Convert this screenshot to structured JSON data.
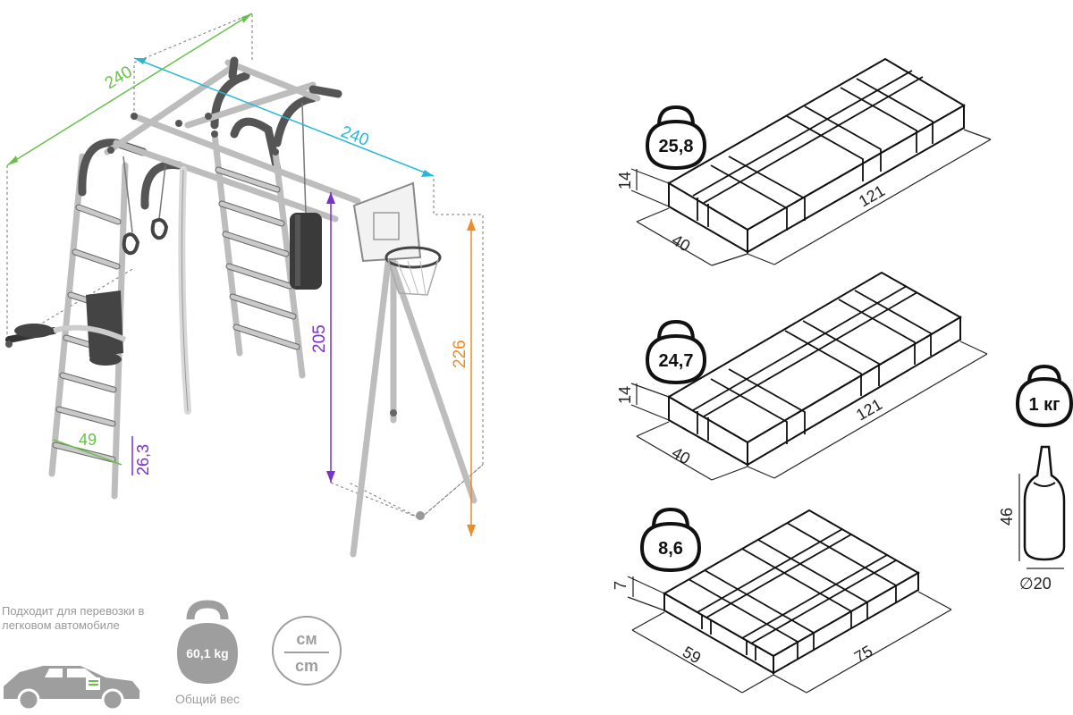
{
  "frame_dimensions": {
    "width_left": "240",
    "width_right": "240",
    "height_bar": "205",
    "height_hoop": "226",
    "step_width": "49",
    "step_gap": "26,3"
  },
  "packages": [
    {
      "weight": "25,8",
      "height": "14",
      "depth": "40",
      "length": "121"
    },
    {
      "weight": "24,7",
      "height": "14",
      "depth": "40",
      "length": "121"
    },
    {
      "weight": "8,6",
      "height": "7",
      "depth": "59",
      "length": "75"
    }
  ],
  "bag": {
    "weight": "1 кг",
    "height": "46",
    "diameter": "∅20"
  },
  "info": {
    "car_text": "Подходит для перевозки в легковом автомобиле",
    "total_weight": "60,1 kg",
    "total_weight_label": "Общий вес",
    "unit_top": "см",
    "unit_bottom": "cm"
  },
  "colors": {
    "green": "#6abf4b",
    "cyan": "#28b8d6",
    "purple": "#7a2fd0",
    "orange": "#f08a24",
    "grey": "#9e9e9e"
  }
}
